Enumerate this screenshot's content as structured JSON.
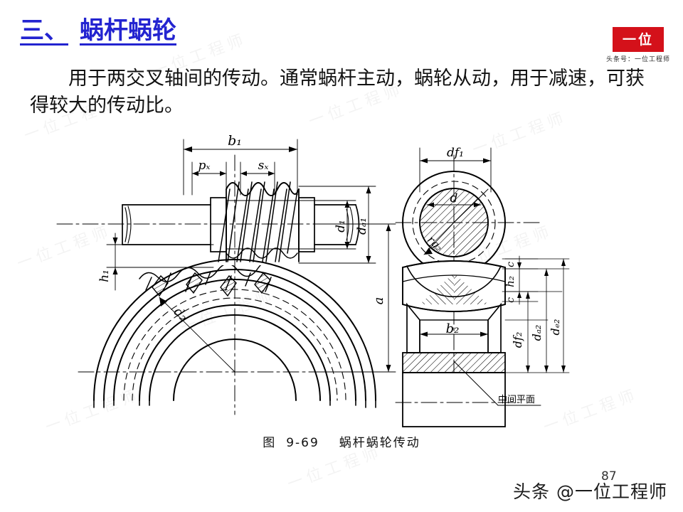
{
  "heading": {
    "number": "三、",
    "title": "蜗杆蜗轮"
  },
  "body": {
    "paragraph": "用于两交叉轴间的传动。通常蜗杆主动，蜗轮从动，用于减速，可获得较大的传动比。"
  },
  "logo": {
    "badge": "一位",
    "subtitle": "头条号：一位工程师"
  },
  "figure": {
    "caption_prefix": "图",
    "caption_number": "9-69",
    "caption_title": "蜗杆蜗轮传动",
    "annotation_middle_plane": "中间平面",
    "labels": {
      "b1": "b₁",
      "px": "pₓ",
      "sx": "sₓ",
      "d1": "d₁",
      "da1": "dₐ₁",
      "h1": "h₁",
      "d2": "d₂",
      "a": "a",
      "df1": "d𝑓₁",
      "d": "d",
      "rg2": "rg₂",
      "b2": "b₂",
      "c_upper": "c",
      "h2": "h₂",
      "c_lower": "c",
      "df2": "d𝑓₂",
      "da2": "dₐ₂",
      "de2": "dₑ₂"
    }
  },
  "footer": {
    "page_number": "87",
    "watermark": "头条 @一位工程师"
  },
  "watermarks": [
    "一位工程师",
    "一位工程师",
    "一位工程师",
    "一位工程师",
    "一位工程师",
    "一位工程师",
    "一位工程师",
    "一位工程师",
    "一位工程师",
    "一位工程师"
  ],
  "colors": {
    "heading": "#2324d0",
    "logo_red": "#d4111a",
    "ink": "#111111",
    "background": "#ffffff"
  }
}
